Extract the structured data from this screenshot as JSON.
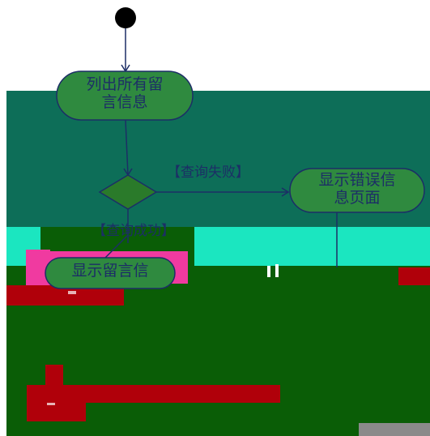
{
  "diagram": {
    "nodes": {
      "list_all": {
        "line1": "列出所有留",
        "line2": "言信息"
      },
      "show_error": {
        "line1": "显示错误信",
        "line2": "息页面"
      },
      "show_messages": {
        "line1": "显示留言信"
      }
    },
    "guards": {
      "query_failed": "【查询失败】",
      "query_success": "【查询成功】"
    }
  },
  "colors": {
    "background_green": "#0d6e58",
    "dark_green": "#0a5d06",
    "node_fill": "#2f8a3f",
    "decision_fill": "#2a7a2a",
    "teal": "#1be6c0",
    "pink": "#f03aa0",
    "red": "#b0000a",
    "gray": "#8a8a8a",
    "line": "#1c2e66"
  }
}
